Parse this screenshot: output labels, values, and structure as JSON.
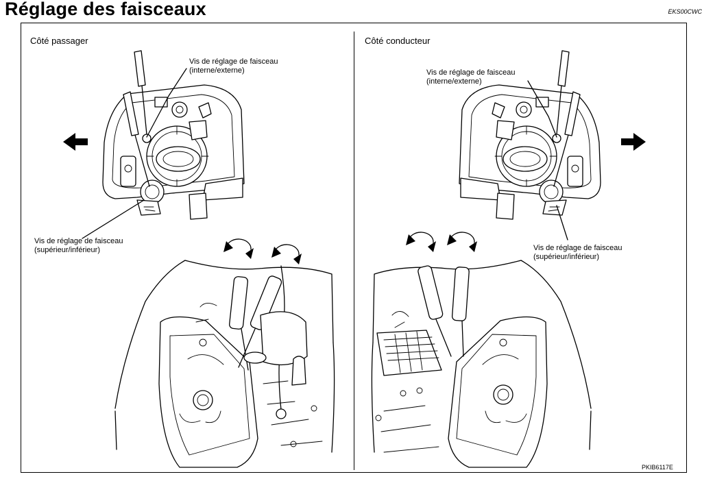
{
  "header": {
    "title": "Réglage des faisceaux",
    "code": "EKS00CWC"
  },
  "passenger": {
    "title": "Côté passager",
    "label_horizontal": [
      "Vis de réglage de faisceau",
      "(interne/externe)"
    ],
    "label_vertical": [
      "Vis de réglage de faisceau",
      "(supérieur/inférieur)"
    ],
    "arrow_direction": "left"
  },
  "driver": {
    "title": "Côté conducteur",
    "label_horizontal": [
      "Vis de réglage de faisceau",
      "(interne/externe)"
    ],
    "label_vertical": [
      "Vis de réglage de faisceau",
      "(supérieur/inférieur)"
    ],
    "arrow_direction": "right"
  },
  "figure_ref": "PKIB6117E"
}
